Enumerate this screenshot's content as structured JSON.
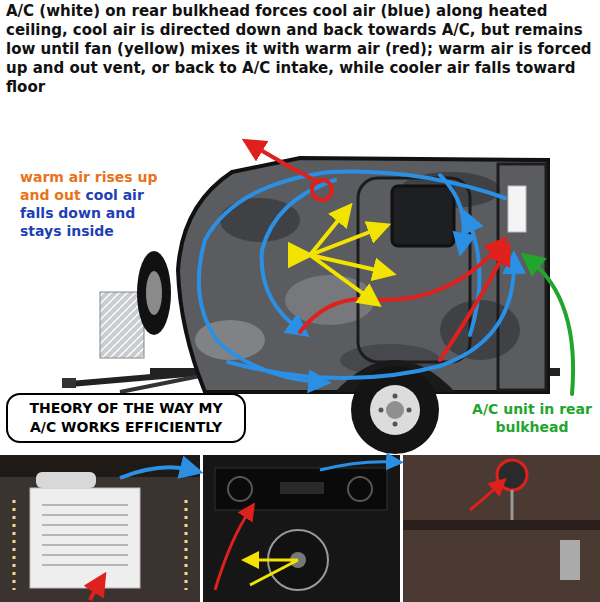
{
  "diagram": {
    "title": "A/C (white) on rear bulkhead forces cool air (blue) along heated ceiling, cool air is directed down and back towards A/C, but remains low until fan (yellow) mixes it with warm air (red); warm air is forced up and out vent, or back to A/C intake, while cooler air falls toward floor",
    "nodes": [
      {
        "text": [
          "THEORY OF THE WAY MY A/C WORKS EFFICIENTLY"
        ]
      }
    ],
    "labels": [
      "warm air rises up and out",
      "cool air falls down and stays inside",
      "A/C unit in rear bulkhead"
    ]
  }
}
